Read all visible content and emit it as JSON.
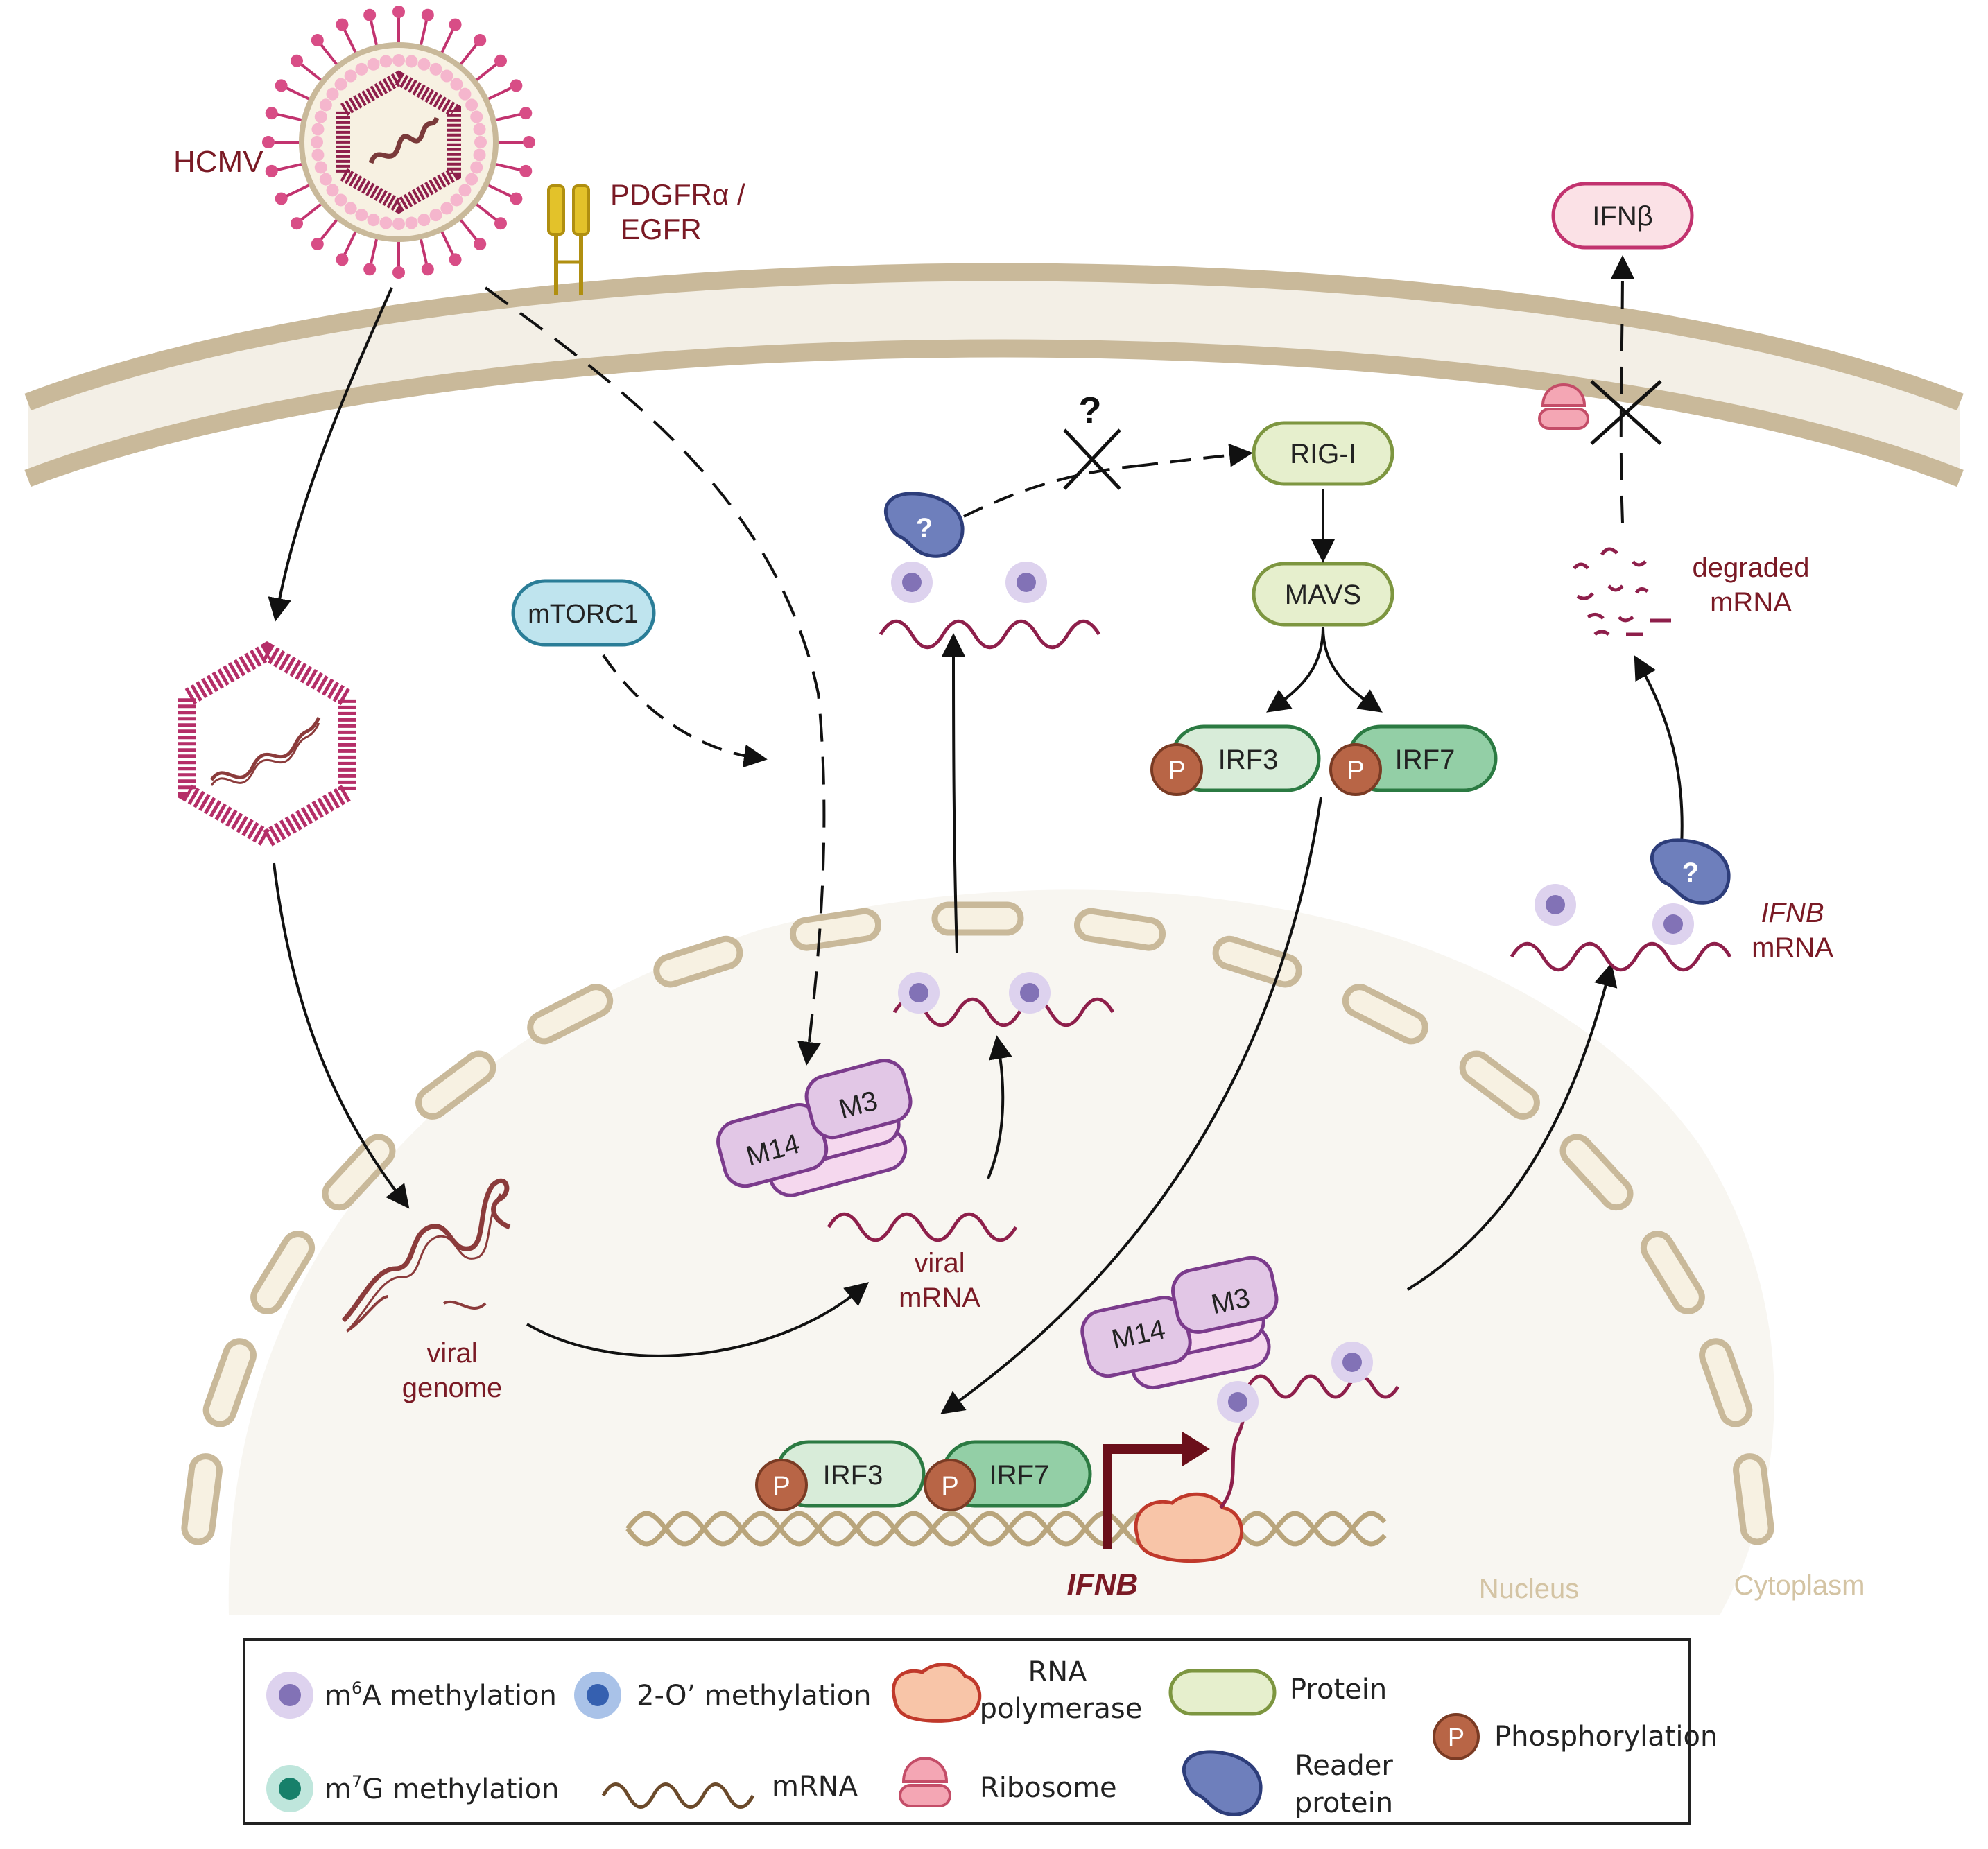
{
  "colors": {
    "membrane": "#c9b99a",
    "membrane_fill": "#f3efe6",
    "nucleus_fill": "#f8f6f1",
    "virus": "#c2336f",
    "virus_dark": "#8e1f4b",
    "label_dark": "#7a1a25",
    "receptor": "#d8b41e",
    "rig_fill": "#e6efcd",
    "rig_stroke": "#7d9640",
    "irf3_fill": "#d8ecd9",
    "irf7_fill": "#93cfa6",
    "irf_stroke": "#2b7a42",
    "phospho": "#b86546",
    "mtorc_fill": "#bfe4ee",
    "mtorc_stroke": "#2a7d97",
    "m14_fill": "#e2c7e6",
    "m14_stroke": "#7b3b8c",
    "reader": "#6e7fbc",
    "m6a_halo": "#ddd2ee",
    "m6a_core": "#8272b6",
    "ribosome": "#f4a6b4",
    "polymerase": "#f8c5a8",
    "ifnb_fill": "#fbe1e6",
    "ifnb_stroke": "#c2336f",
    "nucleus_label": "#d4c4a4",
    "legend_2o_core": "#3560b0",
    "legend_2o_halo": "#a9c2e8",
    "legend_m7g_core": "#17806a",
    "legend_m7g_halo": "#bfe6dc"
  },
  "labels": {
    "hcmv": "HCMV",
    "receptor_line1": "PDGFRα /",
    "receptor_line2": "EGFR",
    "ifnbeta": "IFNβ",
    "question_top": "?",
    "rig": "RIG-I",
    "mavs": "MAVS",
    "irf3": "IRF3",
    "irf7": "IRF7",
    "phospho": "P",
    "mtorc1": "mTORC1",
    "reader_q": "?",
    "degraded_line1": "degraded",
    "degraded_line2": "mRNA",
    "ifnb_mrna_line1": "IFNB",
    "ifnb_mrna_line2": "mRNA",
    "m14": "M14",
    "m3": "M3",
    "viral_mrna_line1": "viral",
    "viral_mrna_line2": "mRNA",
    "viral_genome_line1": "viral",
    "viral_genome_line2": "genome",
    "ifnb_gene": "IFNB",
    "nucleus": "Nucleus",
    "cytoplasm": "Cytoplasm"
  },
  "legend": {
    "m6a_pre": "m",
    "m6a_sup": "6",
    "m6a_post": "A methylation",
    "o2": "2-O’ methylation",
    "rna_pol_line1": "RNA",
    "rna_pol_line2": "polymerase",
    "protein": "Protein",
    "phosphorylation": "Phosphorylation",
    "m7g_pre": "m",
    "m7g_sup": "7",
    "m7g_post": "G methylation",
    "mrna": "mRNA",
    "ribosome": "Ribosome",
    "reader_line1": "Reader",
    "reader_line2": "protein"
  }
}
